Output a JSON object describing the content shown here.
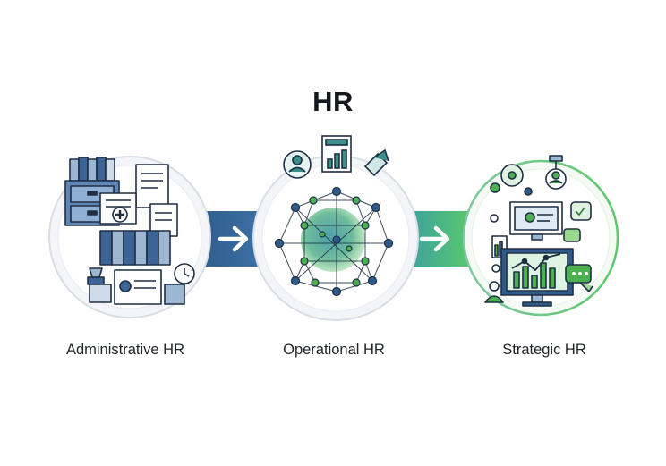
{
  "title": "HR",
  "stages": [
    {
      "label": "Administrative HR",
      "icon": "paperwork-filing-icon"
    },
    {
      "label": "Operational HR",
      "icon": "network-globe-icon"
    },
    {
      "label": "Strategic HR",
      "icon": "analytics-dashboard-icon"
    }
  ],
  "connectors": [
    {
      "from": "Administrative HR",
      "to": "Operational HR",
      "icon": "arrow-right-icon"
    },
    {
      "from": "Operational HR",
      "to": "Strategic HR",
      "icon": "arrow-right-icon"
    }
  ],
  "colors": {
    "navy": "#2f5b8a",
    "teal": "#3a8f8a",
    "green": "#4caf50",
    "light_green": "#9bd88f",
    "outline": "#1e2f44"
  }
}
